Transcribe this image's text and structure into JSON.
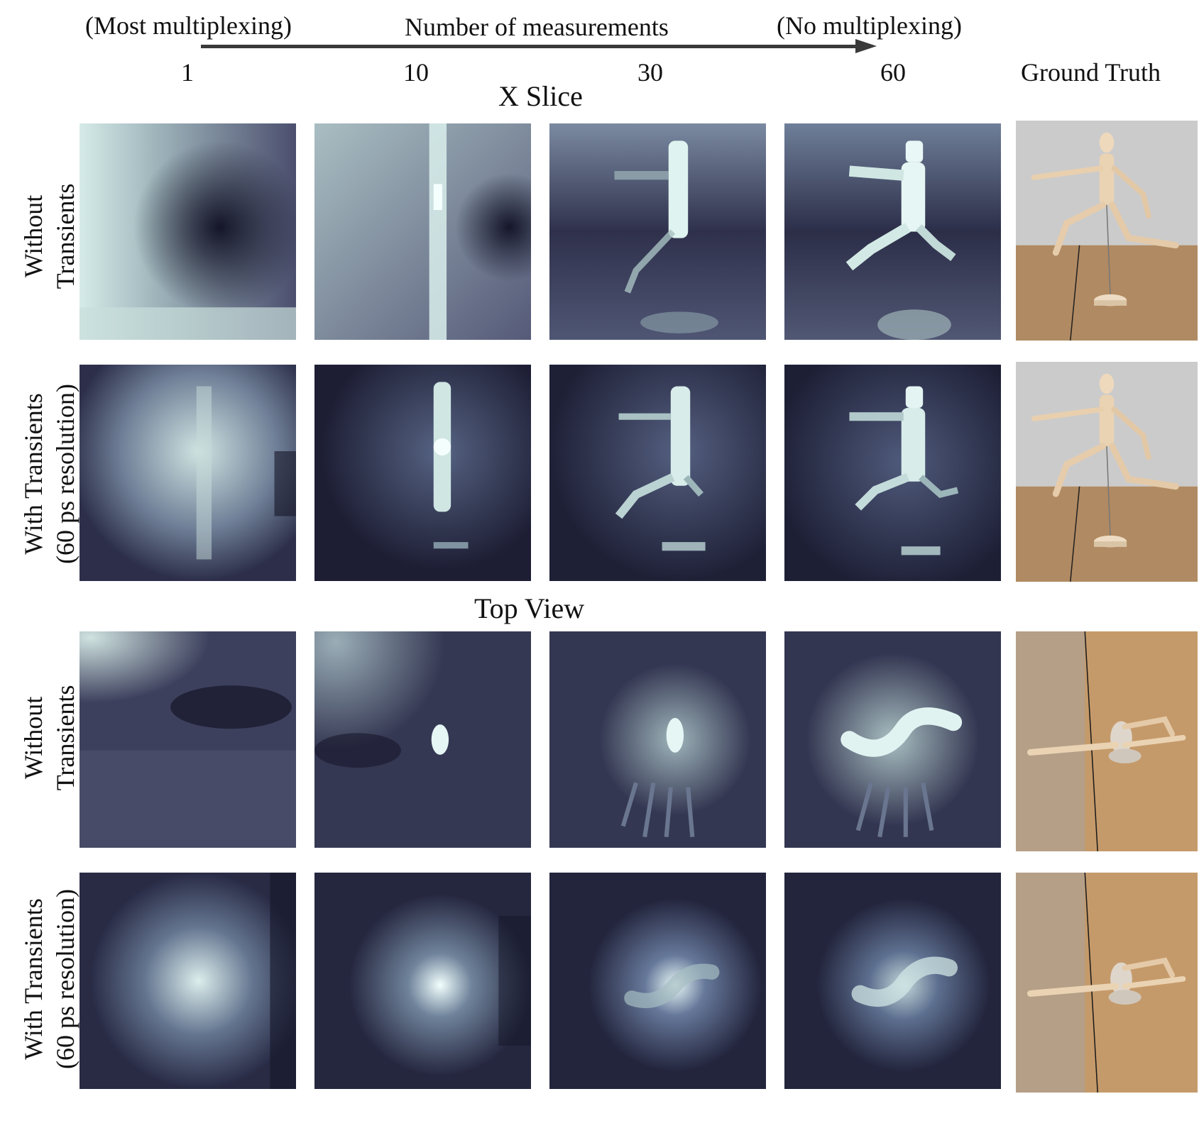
{
  "header": {
    "most_multiplexing": "(Most multiplexing)",
    "number_of_measurements": "Number of measurements",
    "no_multiplexing": "(No multiplexing)",
    "columns": [
      "1",
      "10",
      "30",
      "60"
    ],
    "ground_truth": "Ground Truth"
  },
  "sections": {
    "x_slice": "X Slice",
    "top_view": "Top View"
  },
  "rows": {
    "without_line1": "Without",
    "without_line2": "Transients",
    "with_line1": "With Transients",
    "with_line2": "(60 ps resolution)"
  },
  "colors": {
    "dark_tile": "#3b3d57",
    "bright_figure": "#e8f6f4",
    "arrow": "#3a3a3a",
    "floor": "#b58e63",
    "wall": "#c9c9c9"
  }
}
